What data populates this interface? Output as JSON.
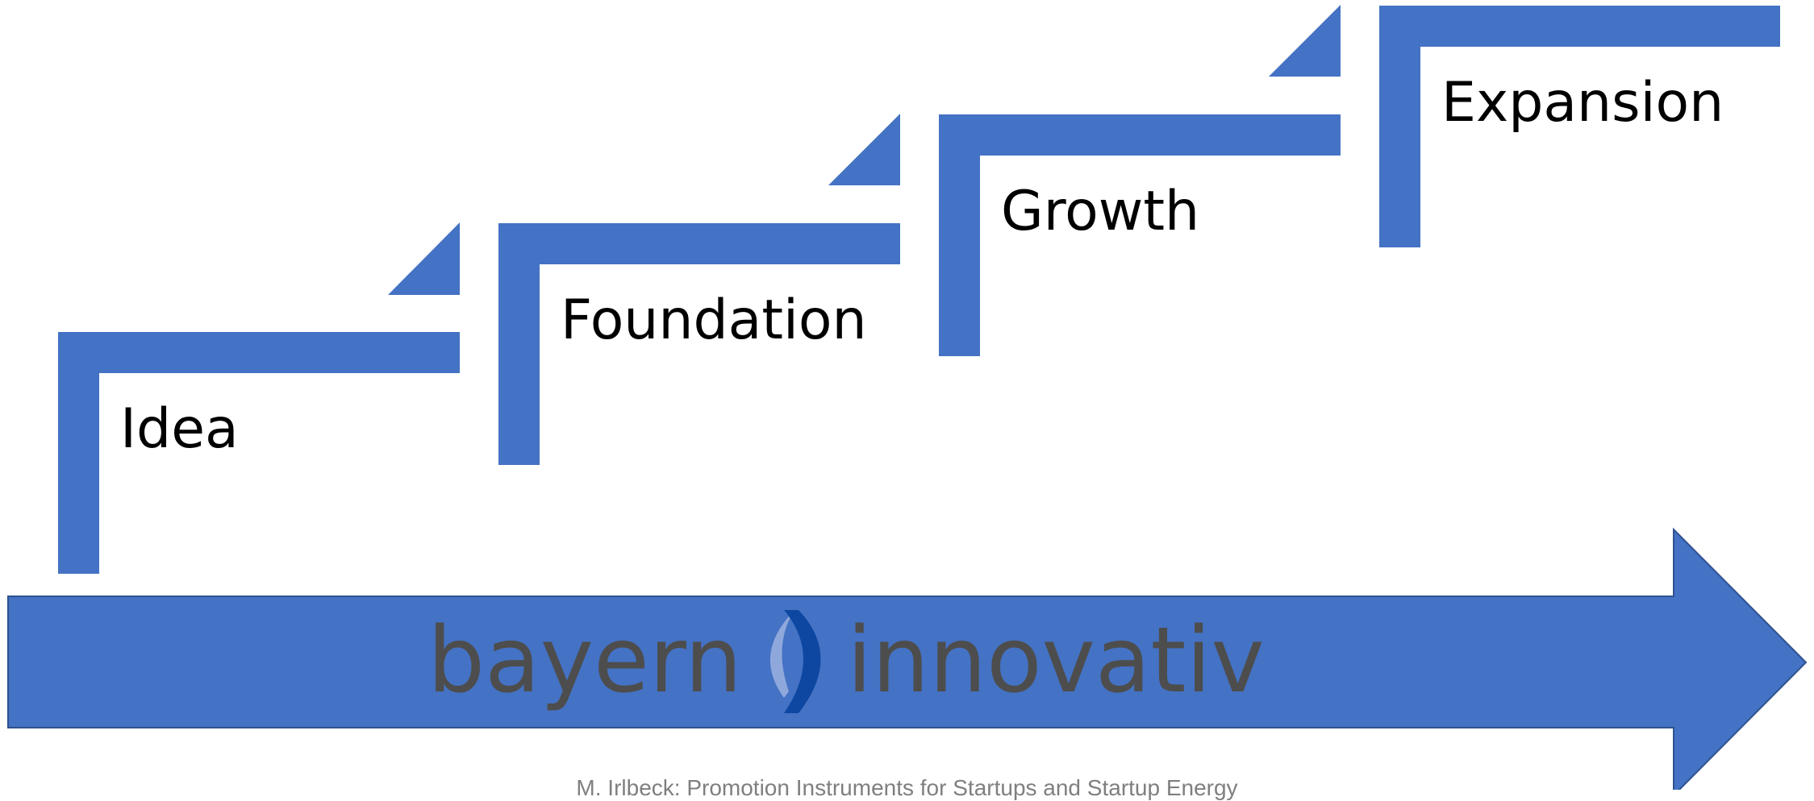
{
  "stages": [
    {
      "label": "Idea"
    },
    {
      "label": "Foundation"
    },
    {
      "label": "Growth"
    },
    {
      "label": "Expansion"
    }
  ],
  "logo": {
    "word1": "bayern",
    "word2": "innovativ"
  },
  "caption": "M. Irlbeck: Promotion Instruments for Startups and Startup Energy",
  "colors": {
    "shape_fill": "#4472c4",
    "arrow_stroke": "#2f528f",
    "logo_text": "#4d4d4d",
    "logo_mark_dark": "#0d47a1",
    "logo_mark_light": "#8fa8dc",
    "caption": "#7f7f7f"
  }
}
